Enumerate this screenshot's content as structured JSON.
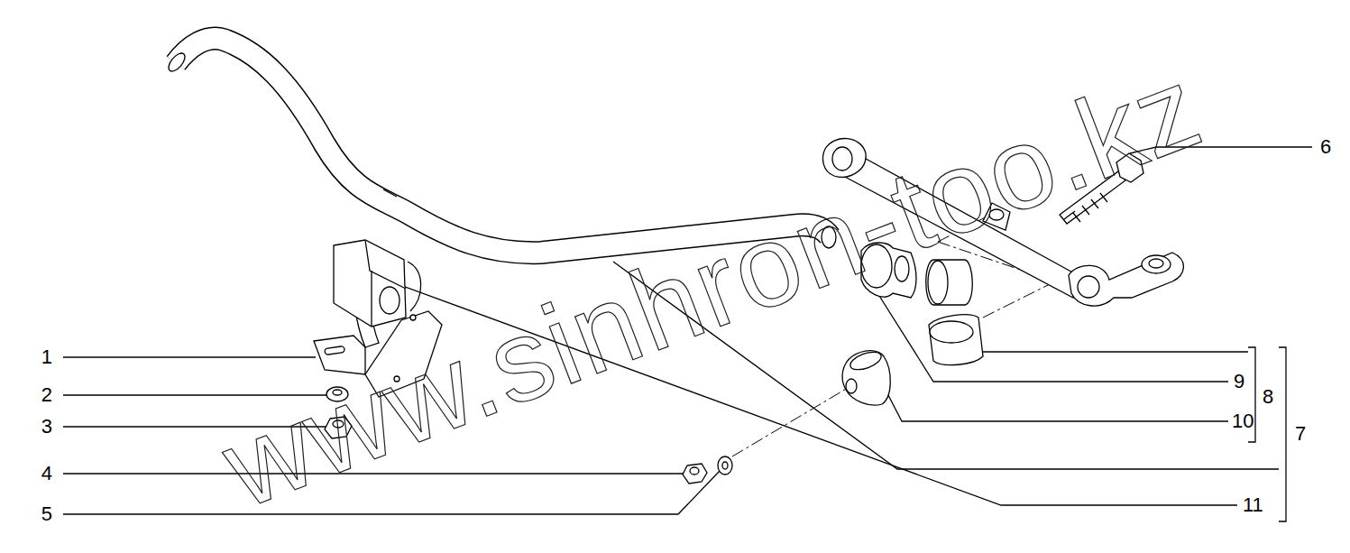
{
  "diagram": {
    "labels": [
      "1",
      "2",
      "3",
      "4",
      "5",
      "6",
      "9",
      "10",
      "8",
      "7",
      "11",
      "www.sinhron-too.kz"
    ]
  }
}
